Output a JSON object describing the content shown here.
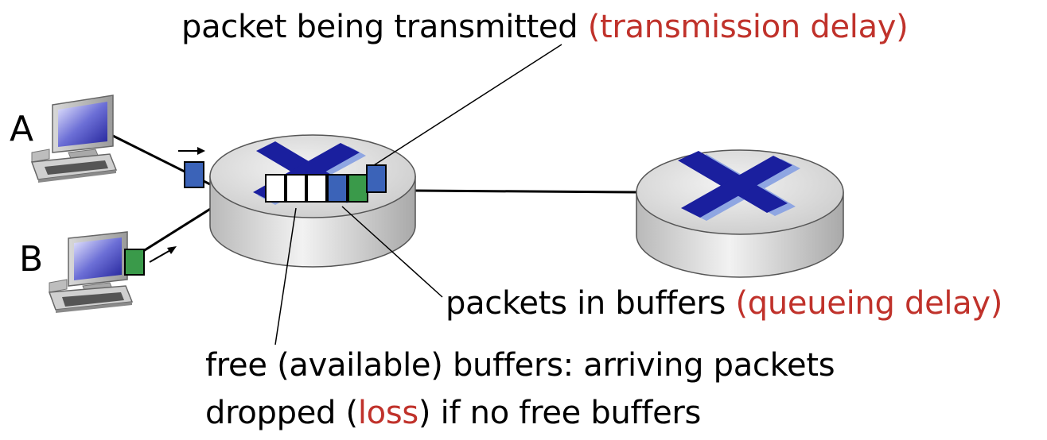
{
  "captions": {
    "transmitted": {
      "text": "packet being transmitted ",
      "highlight": "(transmission delay)"
    },
    "queued": {
      "text": "packets in buffers ",
      "highlight": "(queueing delay)"
    },
    "free_line1": "free (available) buffers: arriving packets",
    "free_line2": {
      "before": "dropped (",
      "highlight": "loss",
      "after": ") if no free buffers"
    }
  },
  "nodes": {
    "host_a": "A",
    "host_b": "B"
  },
  "buffer_queue": {
    "free_slots": 3,
    "queued_packets": [
      "#3b63b8",
      "#3a9a4a"
    ],
    "transmitting_packet": "#3b63b8"
  },
  "arriving_packets": {
    "from_a": "#3b63b8",
    "from_b": "#3a9a4a"
  },
  "colors": {
    "highlight": "#c0322b",
    "router_x": "#1a1f9e",
    "router_x_shadow": "#8fa6e2",
    "router_body": "#d6d6d6"
  }
}
